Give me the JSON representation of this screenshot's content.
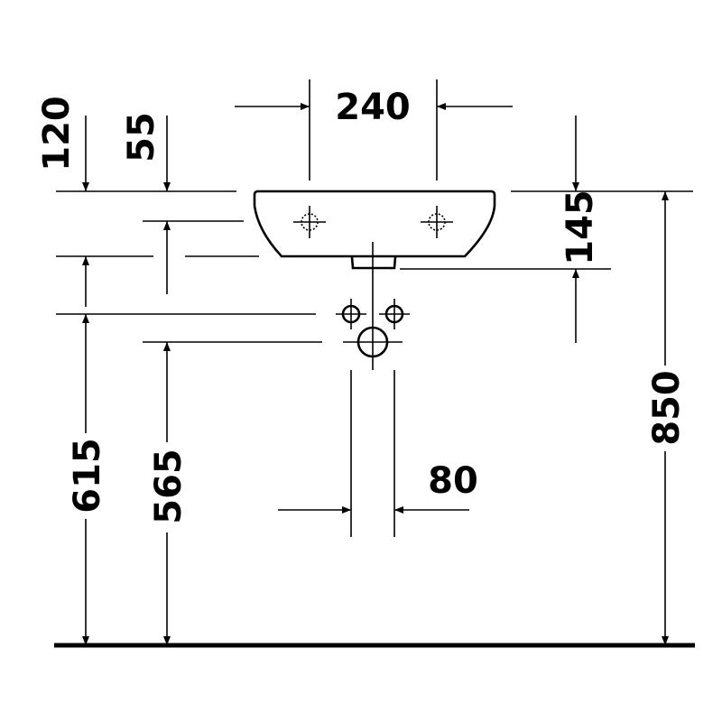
{
  "drawing": {
    "title": "Washbasin installation dimensions",
    "dimensions": {
      "tap_spacing": "240",
      "rim_to_top_ext": "120",
      "tap_hole_depth": "55",
      "basin_height": "145",
      "rim_height": "850",
      "supply_height": "615",
      "waste_height": "565",
      "supply_spacing": "80"
    },
    "colors": {
      "line": "#000000",
      "background": "#ffffff"
    }
  }
}
